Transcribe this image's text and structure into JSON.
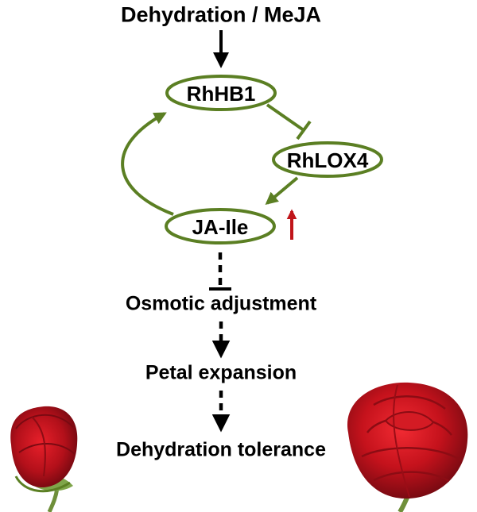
{
  "top_label": "Dehydration / MeJA",
  "nodes": {
    "rhhb1": "RhHB1",
    "rhlox4": "RhLOX4",
    "jaile": "JA-Ile"
  },
  "steps": {
    "osmotic": "Osmotic adjustment",
    "petal": "Petal expansion",
    "tolerance": "Dehydration tolerance"
  },
  "colors": {
    "loop": "#5b7f23",
    "increase_arrow": "#c0151a",
    "text": "#000000"
  },
  "increase_indicator": "up-arrow-icon",
  "images": [
    "rose-bud-icon",
    "rose-bloom-icon"
  ]
}
